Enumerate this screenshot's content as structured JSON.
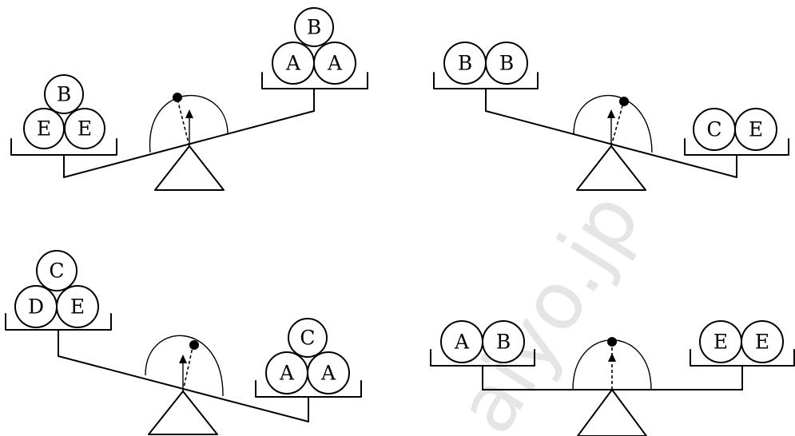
{
  "scales": [
    {
      "left_pan": [
        [
          "B"
        ],
        [
          "E",
          "E"
        ]
      ],
      "right_pan": [
        [
          "B"
        ],
        [
          "A",
          "A"
        ]
      ]
    },
    {
      "left_pan": [
        [
          "B",
          "B"
        ]
      ],
      "right_pan": [
        [
          "C",
          "E"
        ]
      ]
    },
    {
      "left_pan": [
        [
          "C"
        ],
        [
          "D",
          "E"
        ]
      ],
      "right_pan": [
        [
          "C"
        ],
        [
          "A",
          "A"
        ]
      ]
    },
    {
      "left_pan": [
        [
          "A",
          "B"
        ]
      ],
      "right_pan": [
        [
          "E",
          "E"
        ]
      ]
    }
  ],
  "watermark": "aiyo.jp",
  "colors": {
    "ink": "#000000",
    "watermark": "#d8d8d8"
  }
}
